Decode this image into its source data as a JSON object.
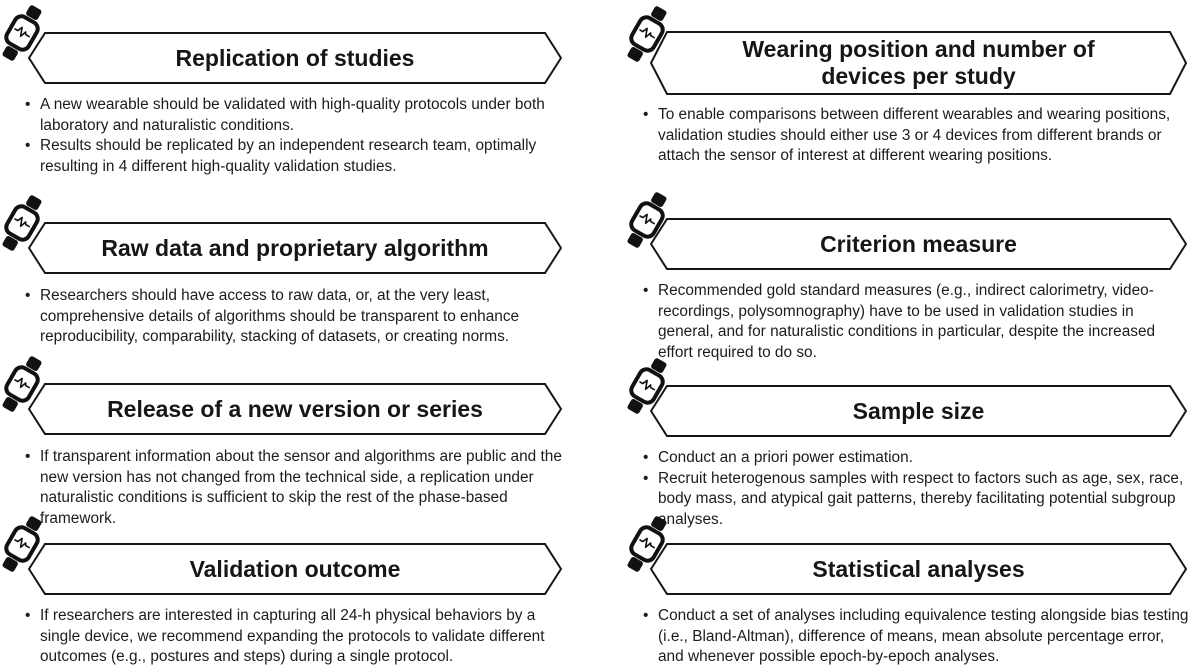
{
  "colors": {
    "ink": "#161616",
    "background": "#ffffff"
  },
  "icon_legend": "smartwatch-ecg-icon: tilted smartwatch with heartbeat trace on face",
  "sections": [
    {
      "id": "replication-of-studies",
      "column": "left",
      "title": "Replication of studies",
      "bullets": [
        "A new wearable should be validated with high-quality protocols under both laboratory and naturalistic conditions.",
        "Results should be replicated by an independent research team, optimally resulting in 4 different high-quality validation studies."
      ]
    },
    {
      "id": "raw-data-and-proprietary-algorithm",
      "column": "left",
      "title": "Raw data and proprietary algorithm",
      "bullets": [
        "Researchers should have access to raw data, or, at the very least, comprehensive details of algorithms should be transparent to enhance reproducibility, comparability, stacking of datasets, or creating norms."
      ]
    },
    {
      "id": "release-of-a-new-version-or-series",
      "column": "left",
      "title": "Release of a new version or series",
      "bullets": [
        "If transparent information about the sensor and algorithms are public and the new version has not changed from the technical side, a replication under naturalistic conditions is sufficient to skip the rest of the phase-based framework."
      ]
    },
    {
      "id": "validation-outcome",
      "column": "left",
      "title": "Validation outcome",
      "bullets": [
        "If researchers are interested in capturing all 24-h physical behaviors by a single device, we recommend expanding the protocols to validate different outcomes (e.g., postures and steps) during a single protocol."
      ]
    },
    {
      "id": "wearing-position-and-number-of-devices",
      "column": "right",
      "title": "Wearing position and number of devices per study",
      "bullets": [
        "To enable comparisons between different wearables and wearing positions, validation studies should either use 3 or 4 devices from different brands or attach the sensor of interest at different wearing positions."
      ]
    },
    {
      "id": "criterion-measure",
      "column": "right",
      "title": "Criterion measure",
      "bullets": [
        "Recommended gold standard measures (e.g., indirect calorimetry, video-recordings, polysomnography) have to be used in validation studies in general, and for naturalistic conditions in particular, despite the increased effort required to do so."
      ]
    },
    {
      "id": "sample-size",
      "column": "right",
      "title": "Sample size",
      "bullets": [
        "Conduct an a priori power estimation.",
        "Recruit heterogenous samples with respect to factors such as age, sex, race, body mass, and atypical gait patterns, thereby facilitating potential subgroup analyses."
      ]
    },
    {
      "id": "statistical-analyses",
      "column": "right",
      "title": "Statistical analyses",
      "bullets": [
        "Conduct a set of analyses including equivalence testing alongside bias testing (i.e., Bland-Altman), difference of means, mean absolute percentage error, and whenever possible epoch-by-epoch analyses."
      ]
    }
  ]
}
